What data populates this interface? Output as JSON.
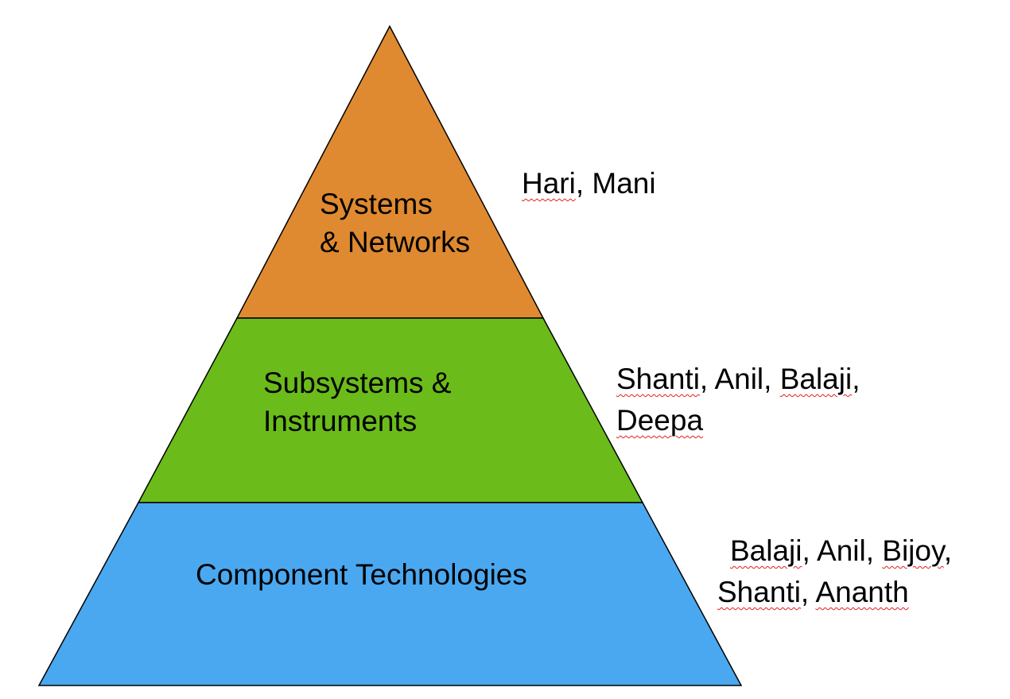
{
  "colors": {
    "top": "#DF8A30",
    "middle": "#6BBB1A",
    "bottom": "#4AA8F0",
    "outline": "#000000",
    "spellcheck": "#E02020"
  },
  "tiers": {
    "top": {
      "lines": [
        "Systems",
        "& Networks"
      ],
      "people": [
        [
          "Hari",
          ", ",
          "Mani"
        ]
      ]
    },
    "middle": {
      "lines": [
        "Subsystems &",
        "Instruments"
      ],
      "people": [
        [
          "Shanti",
          ", Anil, ",
          "Balaji",
          ","
        ],
        [
          "Deepa"
        ]
      ]
    },
    "bottom": {
      "lines": [
        "Component Technologies"
      ],
      "people": [
        [
          "Balaji",
          ", Anil, ",
          "Bijoy",
          ","
        ],
        [
          "Shanti",
          ", ",
          "Ananth"
        ]
      ]
    }
  }
}
